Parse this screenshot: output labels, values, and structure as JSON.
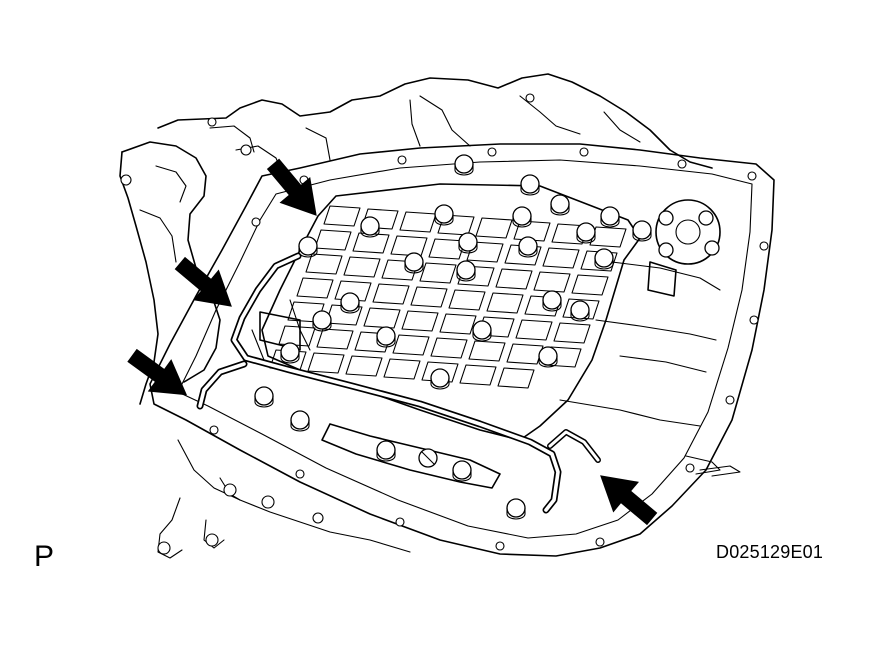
{
  "figure": {
    "view_label": "P",
    "drawing_code": "D025129E01"
  },
  "callouts": {
    "count": 4,
    "icon": "pointer-arrow-icon"
  }
}
